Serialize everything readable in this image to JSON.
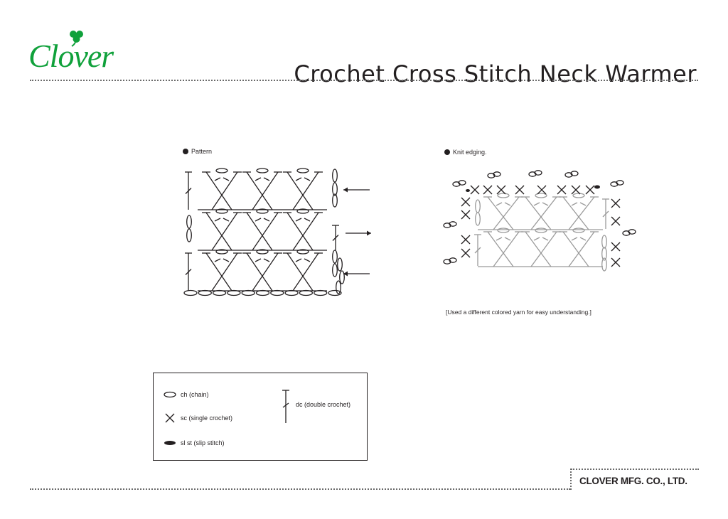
{
  "brand": {
    "logo_text": "Clover",
    "color": "#10a13b"
  },
  "title": "Crochet Cross Stitch Neck Warmer",
  "pattern_caption": "Pattern",
  "edging_caption": "Knit edging.",
  "edging_note": "[Used a different colored yarn for easy understanding.]",
  "legend": {
    "chain": "ch (chain)",
    "single_crochet": "sc (single crochet)",
    "slip_stitch": "sl st (slip stitch)",
    "double_crochet": "dc (double crochet)"
  },
  "footer": {
    "company": "CLOVER MFG. CO., LTD."
  },
  "colors": {
    "ink": "#231f20",
    "edging_grey": "#9a9a9a"
  }
}
